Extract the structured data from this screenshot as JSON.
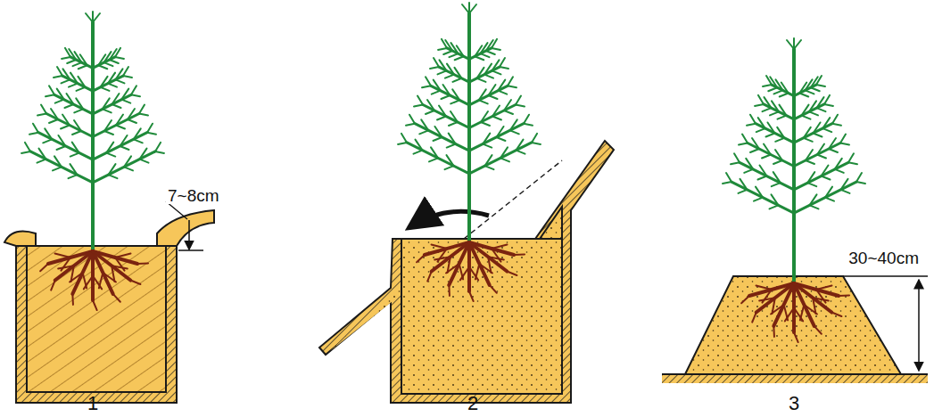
{
  "diagram": {
    "labels": [
      "7~8cm",
      "30~40cm",
      "1",
      "2",
      "3"
    ]
  }
}
